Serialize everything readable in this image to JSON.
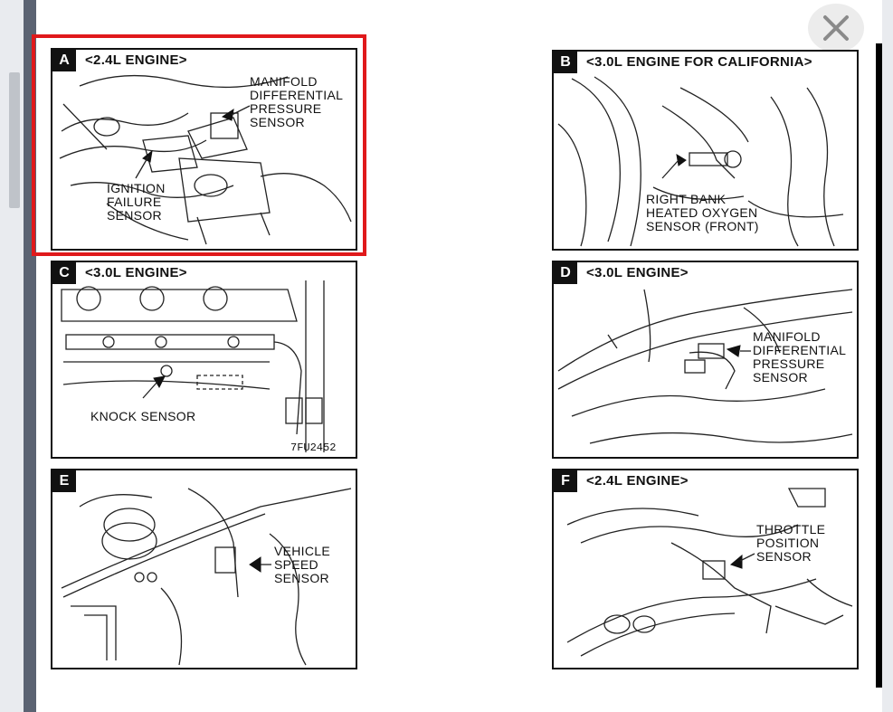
{
  "viewer": {
    "close_icon": "close-icon"
  },
  "panels": {
    "A": {
      "letter": "A",
      "title": "<2.4L ENGINE>",
      "labels": [
        "MANIFOLD",
        "DIFFERENTIAL",
        "PRESSURE",
        "SENSOR",
        "IGNITION",
        "FAILURE",
        "SENSOR"
      ]
    },
    "B": {
      "letter": "B",
      "title": "<3.0L ENGINE FOR CALIFORNIA>",
      "labels": [
        "RIGHT BANK",
        "HEATED OXYGEN",
        "SENSOR (FRONT)"
      ]
    },
    "C": {
      "letter": "C",
      "title": "<3.0L ENGINE>",
      "labels": [
        "KNOCK SENSOR"
      ],
      "code": "7FU2452"
    },
    "D": {
      "letter": "D",
      "title": "<3.0L ENGINE>",
      "labels": [
        "MANIFOLD",
        "DIFFERENTIAL",
        "PRESSURE",
        "SENSOR"
      ]
    },
    "E": {
      "letter": "E",
      "title": "",
      "labels": [
        "VEHICLE",
        "SPEED",
        "SENSOR"
      ]
    },
    "F": {
      "letter": "F",
      "title": "<2.4L ENGINE>",
      "labels": [
        "THROTTLE",
        "POSITION",
        "SENSOR"
      ]
    }
  },
  "colors": {
    "highlight": "#e0191b",
    "background": "#5b6372"
  }
}
